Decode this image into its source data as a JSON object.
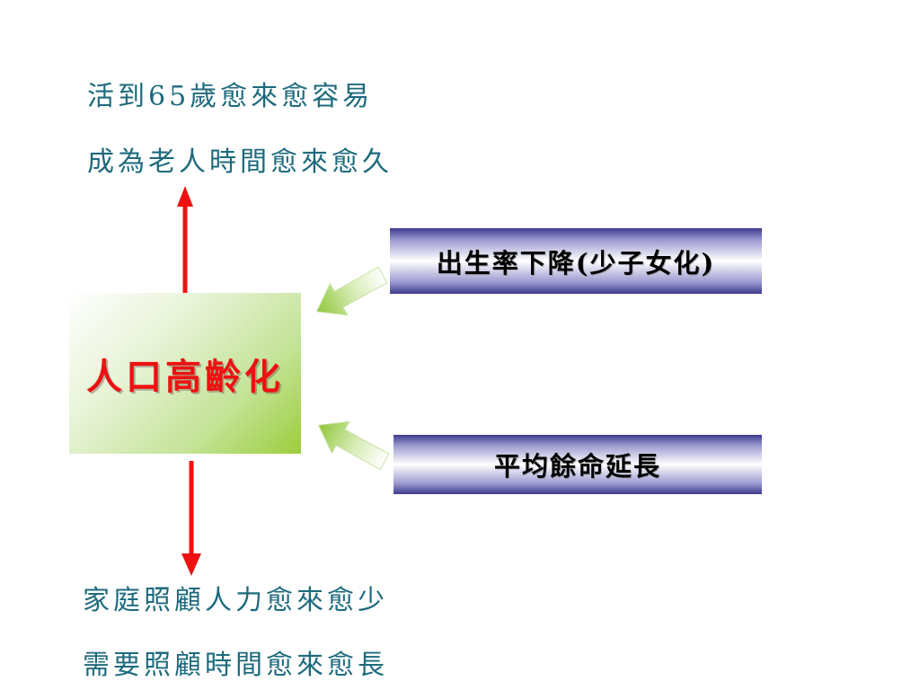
{
  "top_effects": [
    "活到65歲愈來愈容易",
    "成為老人時間愈來愈久"
  ],
  "center": {
    "label": "人口高齡化"
  },
  "causes": [
    "出生率下降(少子女化)",
    "平均餘命延長"
  ],
  "bottom_effects": [
    "家庭照顧人力愈來愈少",
    "需要照顧時間愈來愈長"
  ],
  "colors": {
    "effect_text": "#1e6a7e",
    "center_label": "#ee1111",
    "red_arrow": "#ee1111",
    "green_arrow": "#9ccd3c",
    "cause_box_dark": "#3d3b8e"
  }
}
